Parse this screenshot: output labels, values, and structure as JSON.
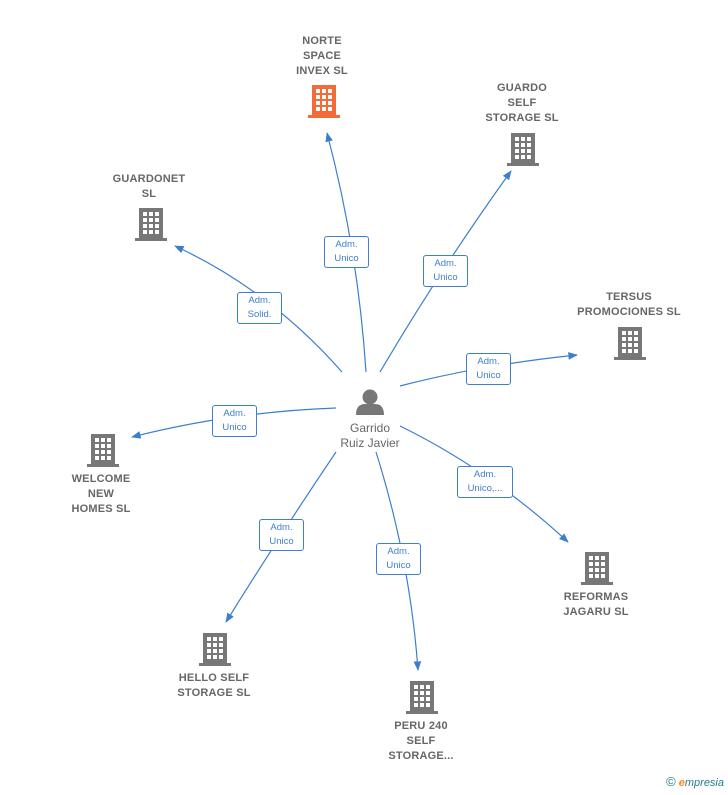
{
  "center": {
    "name": "Garrido\nRuiz Javier"
  },
  "nodes": [
    {
      "id": "norte",
      "name": "NORTE\nSPACE\nINVEX  SL",
      "highlight": true
    },
    {
      "id": "guardo",
      "name": "GUARDO\nSELF\nSTORAGE SL",
      "highlight": false
    },
    {
      "id": "guardonet",
      "name": "GUARDONET\nSL",
      "highlight": false
    },
    {
      "id": "tersus",
      "name": "TERSUS\nPROMOCIONES SL",
      "highlight": false
    },
    {
      "id": "welcome",
      "name": "WELCOME\nNEW\nHOMES  SL",
      "highlight": false
    },
    {
      "id": "reformas",
      "name": "REFORMAS\nJAGARU  SL",
      "highlight": false
    },
    {
      "id": "hello",
      "name": "HELLO SELF\nSTORAGE  SL",
      "highlight": false
    },
    {
      "id": "peru",
      "name": "PERU 240\nSELF\nSTORAGE...",
      "highlight": false
    }
  ],
  "edges": [
    {
      "to": "norte",
      "label": "Adm.\nUnico"
    },
    {
      "to": "guardo",
      "label": "Adm.\nUnico"
    },
    {
      "to": "guardonet",
      "label": "Adm.\nSolid."
    },
    {
      "to": "tersus",
      "label": "Adm.\nUnico"
    },
    {
      "to": "welcome",
      "label": "Adm.\nUnico"
    },
    {
      "to": "reformas",
      "label": "Adm.\nUnico,..."
    },
    {
      "to": "hello",
      "label": "Adm.\nUnico"
    },
    {
      "to": "peru",
      "label": "Adm.\nUnico"
    }
  ],
  "colors": {
    "edge": "#3d7fcc",
    "building": "#777777",
    "building_highlight": "#f26b38",
    "person": "#777777"
  },
  "footer": {
    "copyright": "©",
    "brand_e": "e",
    "brand_rest": "mpresia"
  }
}
